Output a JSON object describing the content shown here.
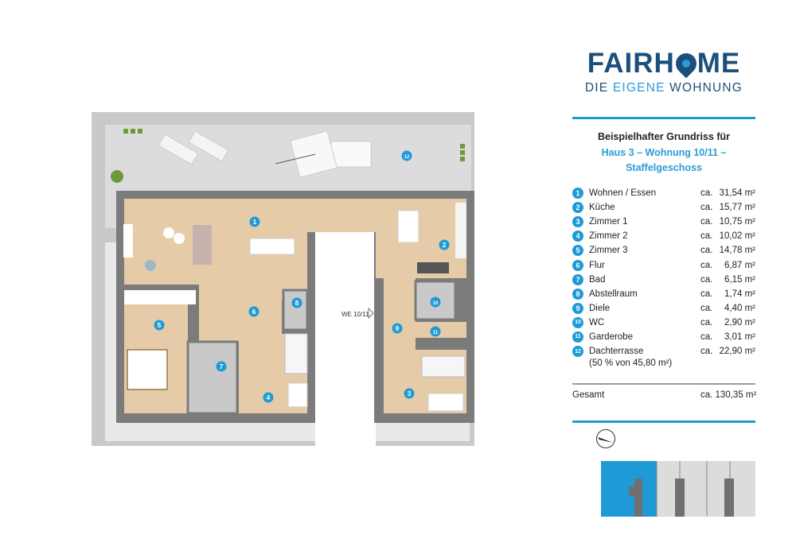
{
  "logo": {
    "brand": "FAIRHOME",
    "brand_pre": "FAIRH",
    "brand_post": "ME",
    "tagline_pre": "DIE ",
    "tagline_hl": "EIGENE",
    "tagline_post": " WOHNUNG"
  },
  "title": {
    "line1": "Beispielhafter Grundriss für",
    "line2": "Haus 3 – Wohnung 10/11 –",
    "line3": "Staffelgeschoss"
  },
  "rooms": [
    {
      "num": "1",
      "name": "Wohnen / Essen",
      "ca": "ca.",
      "area": "31,54 m²"
    },
    {
      "num": "2",
      "name": "Küche",
      "ca": "ca.",
      "area": "15,77 m²"
    },
    {
      "num": "3",
      "name": "Zimmer 1",
      "ca": "ca.",
      "area": "10,75 m²"
    },
    {
      "num": "4",
      "name": "Zimmer 2",
      "ca": "ca.",
      "area": "10,02 m²"
    },
    {
      "num": "5",
      "name": "Zimmer 3",
      "ca": "ca.",
      "area": "14,78 m²"
    },
    {
      "num": "6",
      "name": "Flur",
      "ca": "ca.",
      "area": "6,87 m²"
    },
    {
      "num": "7",
      "name": "Bad",
      "ca": "ca.",
      "area": "6,15 m²"
    },
    {
      "num": "8",
      "name": "Abstellraum",
      "ca": "ca.",
      "area": "1,74 m²"
    },
    {
      "num": "9",
      "name": "Diele",
      "ca": "ca.",
      "area": "4,40 m²"
    },
    {
      "num": "10",
      "name": "WC",
      "ca": "ca.",
      "area": "2,90 m²"
    },
    {
      "num": "11",
      "name": "Garderobe",
      "ca": "ca.",
      "area": "3,01 m²"
    },
    {
      "num": "12",
      "name": "Dachterrasse",
      "ca": "ca.",
      "area": "22,90 m²"
    }
  ],
  "terrace_note": "(50 % von 45,80 m²)",
  "total": {
    "label": "Gesamt",
    "value": "ca. 130,35 m²"
  },
  "plan": {
    "unit_label": "WE 10/11"
  },
  "colors": {
    "accent": "#1e9ad6",
    "brand": "#1d4f7d",
    "wall": "#7b7b7b",
    "floor": "#e6cba8",
    "terrace": "#d9d9db"
  }
}
